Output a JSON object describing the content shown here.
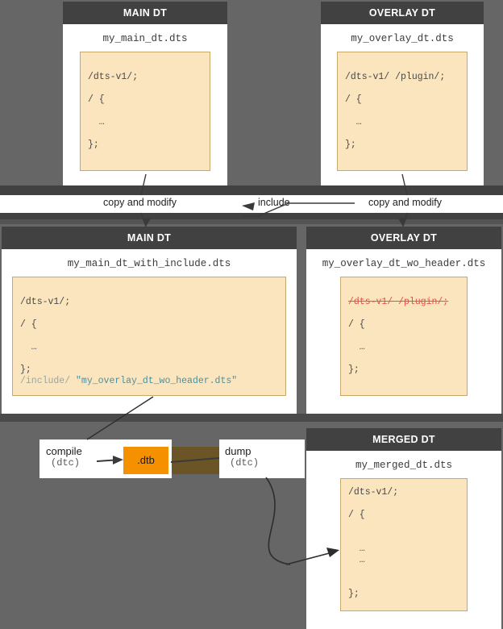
{
  "background_color": "#666666",
  "header_color": "#414141",
  "code_bg_color": "#fae5be",
  "code_border_color": "#c7a96b",
  "dtb_color": "#f59000",
  "strike_color": "#e0534a",
  "include_string_color": "#4d8f9c",
  "panels": {
    "top_main": {
      "header": "MAIN DT",
      "filename": "my_main_dt.dts",
      "code": [
        "/dts-v1/;",
        "",
        "/ {",
        "",
        "  …",
        "",
        "};"
      ]
    },
    "top_overlay": {
      "header": "OVERLAY DT",
      "filename": "my_overlay_dt.dts",
      "code": [
        "/dts-v1/ /plugin/;",
        "",
        "/ {",
        "",
        "  …",
        "",
        "};"
      ]
    },
    "mid_main": {
      "header": "MAIN DT",
      "filename": "my_main_dt_with_include.dts",
      "code": [
        "/dts-v1/;",
        "",
        "/ {",
        "",
        "  …",
        "",
        "};"
      ],
      "include_keyword": "/include/",
      "include_target": "\"my_overlay_dt_wo_header.dts\""
    },
    "mid_overlay": {
      "header": "OVERLAY DT",
      "filename": "my_overlay_dt_wo_header.dts",
      "struck_line": "/dts-v1/ /plugin/;",
      "code": [
        "",
        "/ {",
        "",
        "  …",
        "",
        "};"
      ]
    },
    "merged": {
      "header": "MERGED DT",
      "filename": "my_merged_dt.dts",
      "code": [
        "/dts-v1/;",
        "",
        "/ {",
        "",
        "",
        "  …",
        "  …",
        "",
        "",
        "};"
      ]
    }
  },
  "connectors": {
    "copy_and_modify_left": "copy and modify",
    "include": "include",
    "copy_and_modify_right": "copy and modify"
  },
  "process": {
    "compile_label": "compile",
    "compile_tool": "(dtc)",
    "artifact_label": ".dtb",
    "dump_label": "dump",
    "dump_tool": "(dtc)"
  }
}
